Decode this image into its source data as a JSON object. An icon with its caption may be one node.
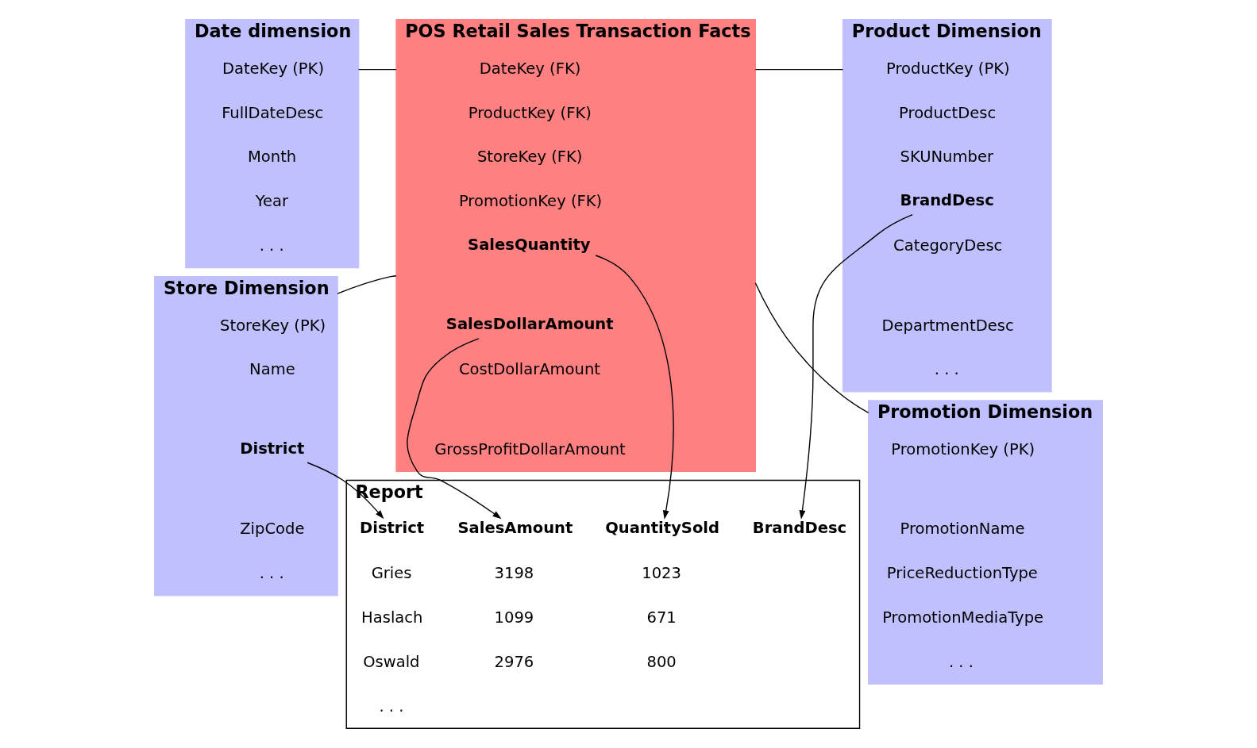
{
  "diagram": {
    "nodes": [
      {
        "text": [
          "Date dimension"
        ]
      },
      {
        "text": [
          "DateKey (PK)"
        ],
        "in": 0
      },
      {
        "text": [
          "FullDateDesc"
        ],
        "in": 0
      },
      {
        "text": [
          "Month"
        ],
        "in": 0
      },
      {
        "text": [
          "Year"
        ],
        "in": 0
      },
      {
        "text": [
          ". . ."
        ],
        "in": 0
      },
      {
        "text": [
          "Store Dimension"
        ]
      },
      {
        "text": [
          "StoreKey (PK)"
        ],
        "in": 6
      },
      {
        "text": [
          "Name"
        ],
        "in": 6
      },
      {
        "text": [
          "District"
        ],
        "in": 6
      },
      {
        "text": [
          "ZipCode"
        ],
        "in": 6
      },
      {
        "text": [
          ". . ."
        ],
        "in": 6
      },
      {
        "text": [
          "POS Retail Sales Transaction Facts"
        ]
      },
      {
        "text": [
          "DateKey (FK)"
        ],
        "in": 12
      },
      {
        "text": [
          "ProductKey (FK)"
        ],
        "in": 12
      },
      {
        "text": [
          "StoreKey (FK)"
        ],
        "in": 12
      },
      {
        "text": [
          "PromotionKey (FK)"
        ],
        "in": 12
      },
      {
        "text": [
          "SalesQuantity"
        ],
        "in": 12
      },
      {
        "text": [
          "SalesDollarAmount"
        ],
        "in": 12
      },
      {
        "text": [
          "CostDollarAmount"
        ],
        "in": 12
      },
      {
        "text": [
          "GrossProfitDollarAmount"
        ],
        "in": 12
      },
      {
        "text": [
          "Product Dimension"
        ]
      },
      {
        "text": [
          "ProductKey (PK)"
        ],
        "in": 21
      },
      {
        "text": [
          "ProductDesc"
        ],
        "in": 21
      },
      {
        "text": [
          "SKUNumber"
        ],
        "in": 21
      },
      {
        "text": [
          "BrandDesc"
        ],
        "in": 21
      },
      {
        "text": [
          "CategoryDesc"
        ],
        "in": 21
      },
      {
        "text": [
          "DepartmentDesc"
        ],
        "in": 21
      },
      {
        "text": [
          ". . ."
        ],
        "in": 21
      },
      {
        "text": [
          "Promotion Dimension"
        ]
      },
      {
        "text": [
          "PromotionKey (PK)"
        ],
        "in": 29
      },
      {
        "text": [
          "PromotionName"
        ],
        "in": 29
      },
      {
        "text": [
          "PriceReductionType"
        ],
        "in": 29
      },
      {
        "text": [
          "PromotionMediaType"
        ],
        "in": 29
      },
      {
        "text": [
          ". . ."
        ],
        "in": 29
      },
      {
        "text": [
          "Report"
        ]
      },
      {
        "text": [
          "District"
        ],
        "in": 35
      },
      {
        "text": [
          "BrandDesc"
        ],
        "in": 35
      },
      {
        "text": [
          "SalesAmount"
        ],
        "in": 35
      },
      {
        "text": [
          "QuantitySold"
        ],
        "in": 35
      }
    ],
    "edges": [
      {
        "from": 0,
        "to": 12,
        "arrow": "none"
      },
      {
        "from": 6,
        "to": 12,
        "arrow": "none"
      },
      {
        "from": 12,
        "to": 21,
        "arrow": "none"
      },
      {
        "from": 12,
        "to": 29,
        "arrow": "none"
      },
      {
        "from": 9,
        "to": 36,
        "arrow": "to"
      },
      {
        "from": 25,
        "to": 37,
        "arrow": "to"
      },
      {
        "from": 18,
        "to": 38,
        "arrow": "to"
      },
      {
        "from": 17,
        "to": 39,
        "arrow": "to"
      }
    ],
    "labels": [
      "Gries",
      "3198",
      "1023",
      "Haslach",
      "1099",
      "671",
      "Oswald",
      "2976",
      "800",
      ". . ."
    ]
  }
}
